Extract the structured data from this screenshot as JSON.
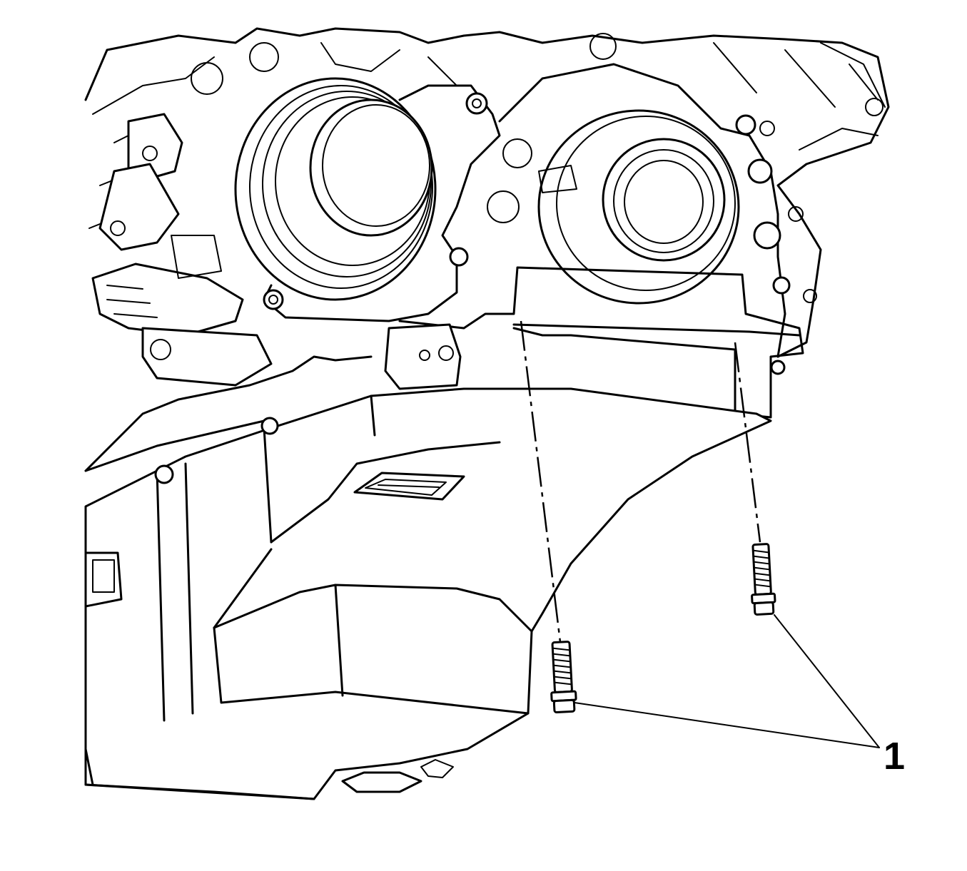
{
  "diagram": {
    "callouts": [
      {
        "id": "1",
        "label": "1",
        "targets": [
          "bolt-left",
          "bolt-right"
        ]
      }
    ],
    "parts": {
      "bolts": [
        "bolt-left",
        "bolt-right"
      ]
    },
    "colors": {
      "line": "#000000",
      "background": "#ffffff"
    }
  }
}
